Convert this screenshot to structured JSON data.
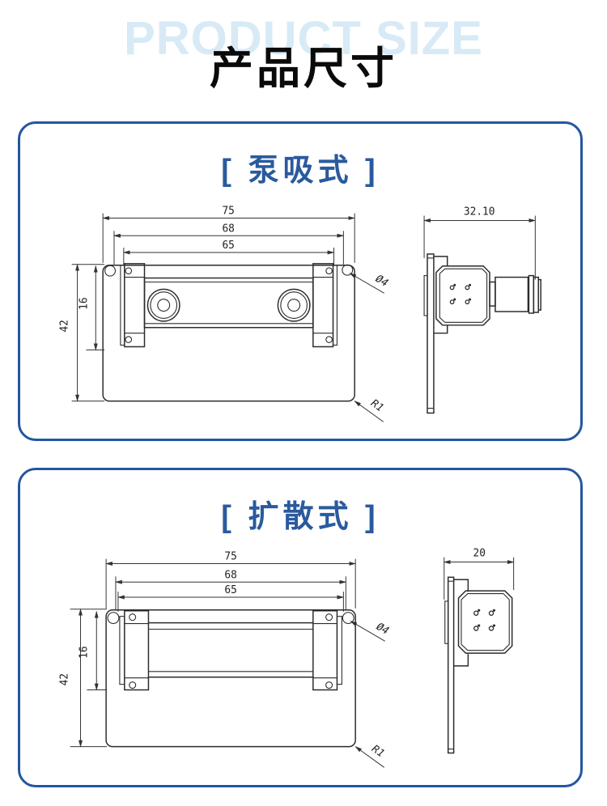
{
  "header": {
    "watermark": "PRODUCT SIZE",
    "title": "产品尺寸"
  },
  "colors": {
    "accent_blue": "#2a5a9e",
    "panel_border": "#2456a0",
    "watermark_blue": "#d7eaf6",
    "line_dark": "#2b2b2b"
  },
  "panels": [
    {
      "id": "pump-suction",
      "title": "[ 泵吸式 ]",
      "front": {
        "d75": "75",
        "d68": "68",
        "d65": "65",
        "d42": "42",
        "d16": "16",
        "hole_dia": "Ø4",
        "corner_radius": "R1"
      },
      "side": {
        "width": "32.10"
      }
    },
    {
      "id": "diffusion",
      "title": "[ 扩散式 ]",
      "front": {
        "d75": "75",
        "d68": "68",
        "d65": "65",
        "d42": "42",
        "d16": "16",
        "hole_dia": "Ø4",
        "corner_radius": "R1"
      },
      "side": {
        "width": "20"
      }
    }
  ]
}
